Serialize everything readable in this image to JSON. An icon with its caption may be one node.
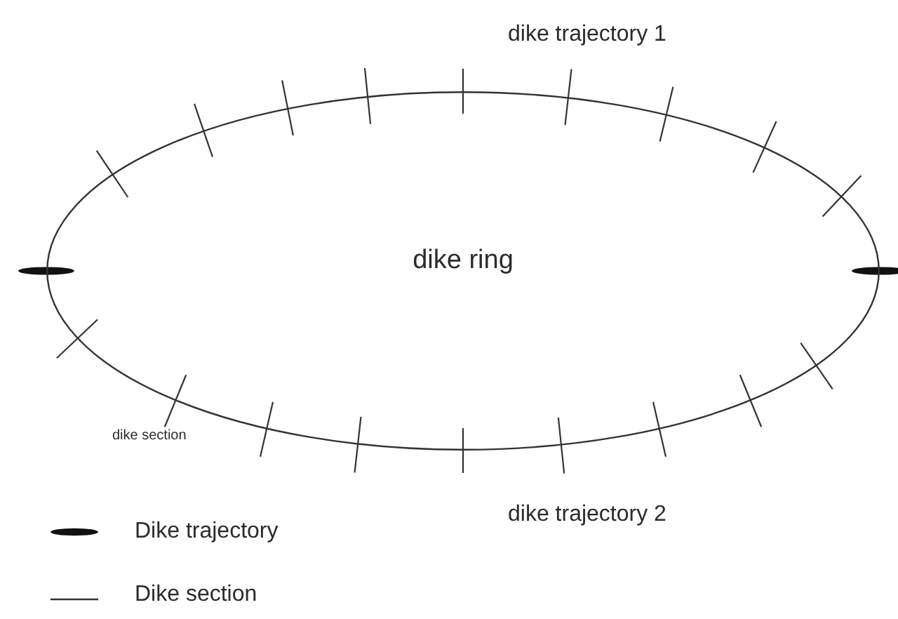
{
  "diagram": {
    "nodes": [
      {
        "text": [
          "dike ring"
        ]
      }
    ],
    "labels": [
      "dike trajectory 1",
      "dike section",
      "dike trajectory 2"
    ],
    "legend": [
      {
        "text": "Dike trajectory"
      },
      {
        "text": "Dike section"
      }
    ]
  }
}
